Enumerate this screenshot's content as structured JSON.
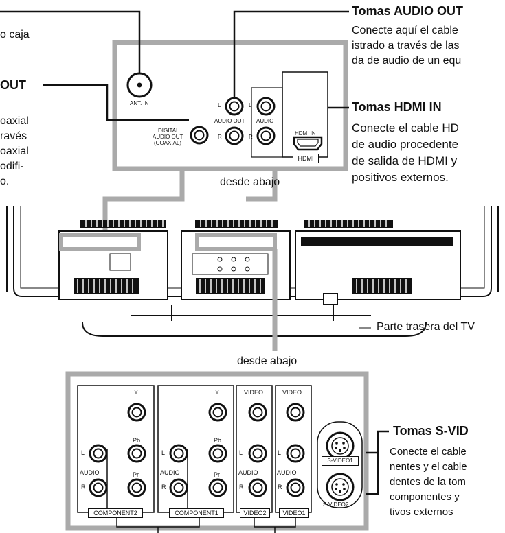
{
  "left_top": {
    "line1": "o caja",
    "heading": "OUT",
    "desc_lines": [
      "oaxial",
      "ravés",
      "oaxial",
      "odifi-",
      "o."
    ]
  },
  "audio_out_callout": {
    "title": "Tomas AUDIO OUT",
    "desc_lines": [
      "Conecte aquí el cable",
      "istrado a través de las",
      "da de audio de un equ"
    ]
  },
  "hdmi_callout": {
    "title": "Tomas HDMI IN",
    "desc_lines": [
      "Conecte el cable HD",
      "de audio procedente",
      "de salida de HDMI y",
      "positivos externos."
    ]
  },
  "svideo_callout": {
    "title": "Tomas S-VID",
    "desc_lines": [
      "Conecte el cable",
      "nentes y el cable",
      "dentes de la tom",
      "componentes y",
      "tivos externos"
    ]
  },
  "top_panel": {
    "ant_in": "ANT. IN",
    "digital_audio_out": [
      "DIGITAL",
      "AUDIO OUT",
      "(COAXIAL)"
    ],
    "audio_out": "AUDIO OUT",
    "audio": "AUDIO",
    "hdmi_in": "HDMI IN",
    "hdmi": "HDMI",
    "l": "L",
    "r": "R",
    "caption": "desde abajo"
  },
  "tv_caption": "Parte trasera del TV",
  "bottom_panel": {
    "caption": "desde abajo",
    "y": "Y",
    "pb": "Pb",
    "pr": "Pr",
    "video": "VIDEO",
    "audio": "AUDIO",
    "l": "L",
    "r": "R",
    "component2": "COMPONENT2",
    "component1": "COMPONENT1",
    "video2": "VIDEO2",
    "video1": "VIDEO1",
    "svideo1": "S-VIDEO1",
    "svideo2": "S-VIDEO2"
  }
}
